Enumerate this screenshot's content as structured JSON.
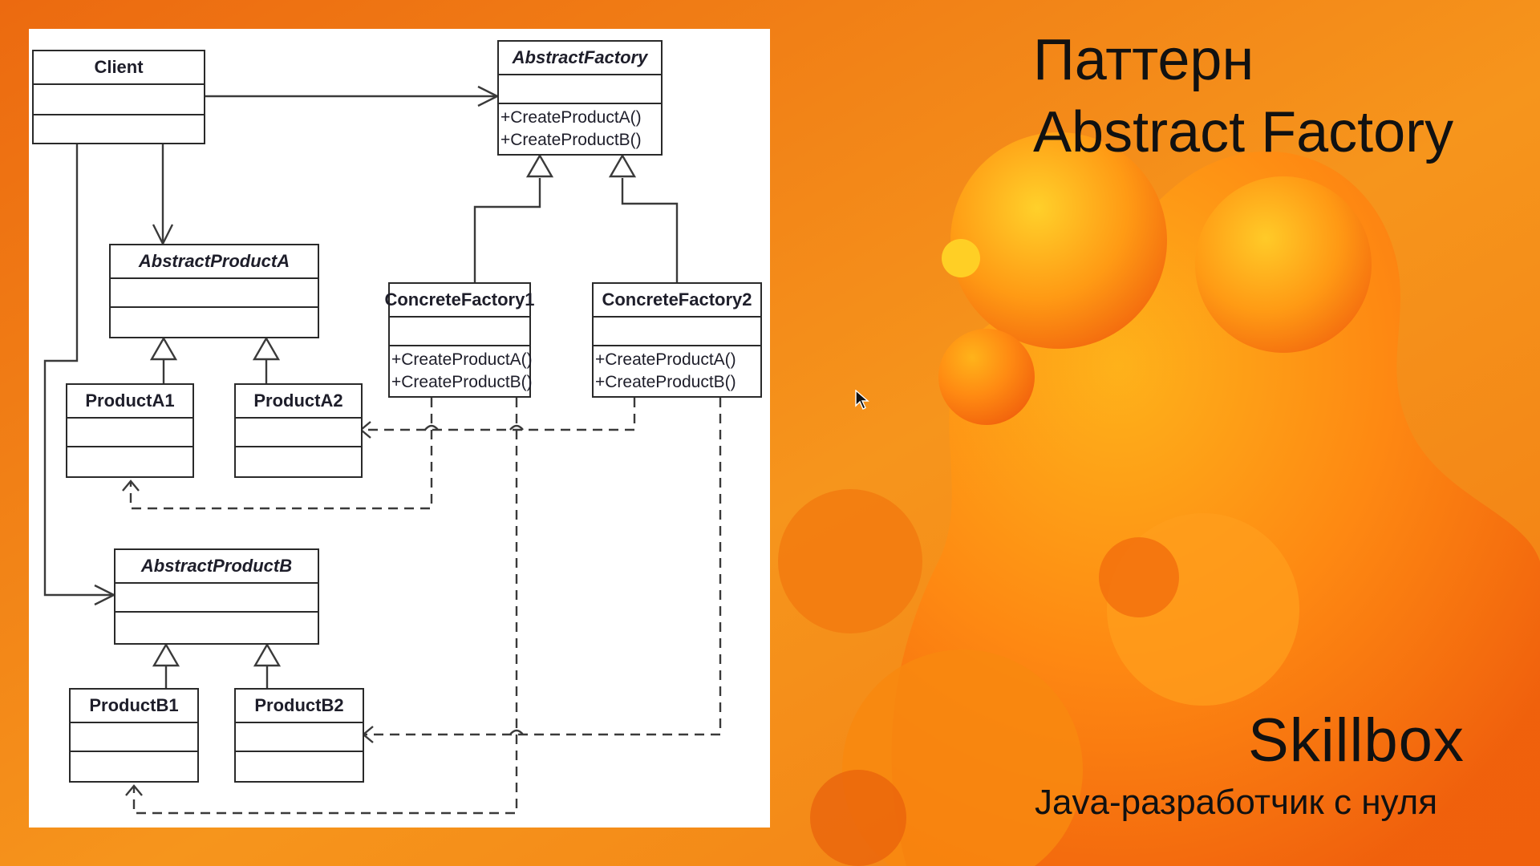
{
  "slide": {
    "title_line_1": "Паттерн",
    "title_line_2": "Abstract Factory",
    "brand": "Skillbox",
    "course": "Java-разработчик с нуля",
    "accent_color": "#f07a14"
  },
  "diagram": {
    "classes": {
      "client": {
        "name": "Client"
      },
      "abstract_factory": {
        "name": "AbstractFactory",
        "ops": [
          "+CreateProductA()",
          "+CreateProductB()"
        ]
      },
      "concrete_factory1": {
        "name": "ConcreteFactory1",
        "ops": [
          "+CreateProductA()",
          "+CreateProductB()"
        ]
      },
      "concrete_factory2": {
        "name": "ConcreteFactory2",
        "ops": [
          "+CreateProductA()",
          "+CreateProductB()"
        ]
      },
      "abstract_product_a": {
        "name": "AbstractProductA"
      },
      "product_a1": {
        "name": "ProductA1"
      },
      "product_a2": {
        "name": "ProductA2"
      },
      "abstract_product_b": {
        "name": "AbstractProductB"
      },
      "product_b1": {
        "name": "ProductB1"
      },
      "product_b2": {
        "name": "ProductB2"
      }
    }
  }
}
